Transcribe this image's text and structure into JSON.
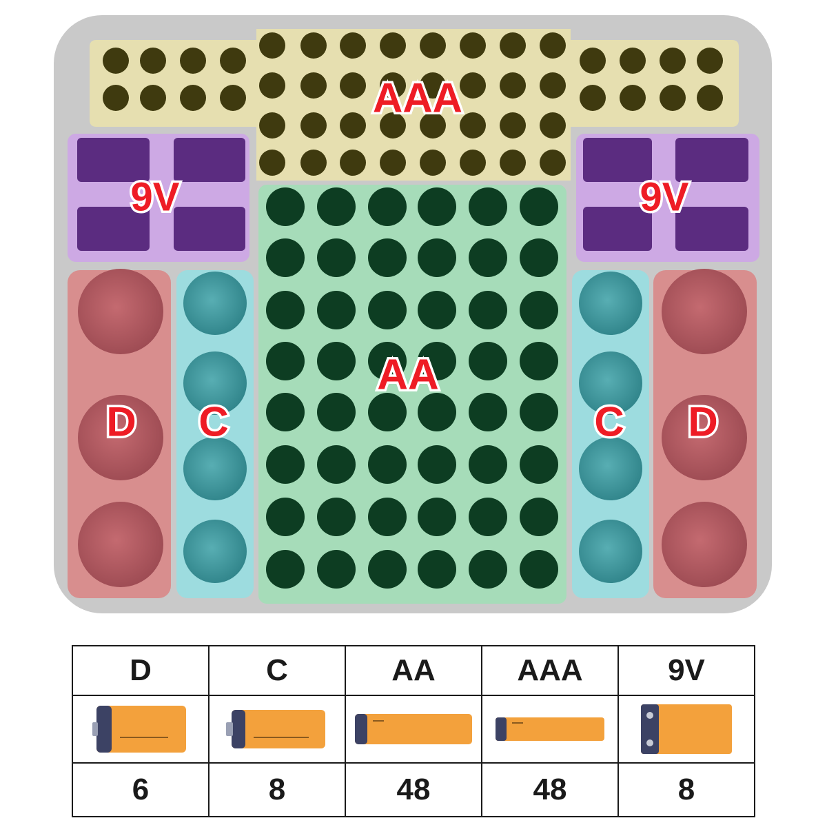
{
  "organizer": {
    "zones": {
      "aaa": {
        "label": "AAA",
        "color": "#e6dfb0",
        "hole_color": "#3f3a0f"
      },
      "aa": {
        "label": "AA",
        "color": "#a6dcb9",
        "hole_color": "#0d3d22"
      },
      "nine_v_left": {
        "label": "9V",
        "color": "#cda9e4",
        "cell_color": "#5b2c80"
      },
      "nine_v_right": {
        "label": "9V",
        "color": "#cda9e4",
        "cell_color": "#5b2c80"
      },
      "c_left": {
        "label": "C",
        "color": "#9ddcdf",
        "cup_color": "#3f9aa0"
      },
      "c_right": {
        "label": "C",
        "color": "#9ddcdf",
        "cup_color": "#3f9aa0"
      },
      "d_left": {
        "label": "D",
        "color": "#d88e8e",
        "cup_color": "#b75f65"
      },
      "d_right": {
        "label": "D",
        "color": "#d88e8e",
        "cup_color": "#b75f65"
      }
    },
    "foam_color": "#c9c9c9"
  },
  "table": {
    "columns": [
      {
        "type": "D",
        "count": "6"
      },
      {
        "type": "C",
        "count": "8"
      },
      {
        "type": "AA",
        "count": "48"
      },
      {
        "type": "AAA",
        "count": "48"
      },
      {
        "type": "9V",
        "count": "8"
      }
    ],
    "battery_colors": {
      "body": "#f3a13c",
      "cap": "#3c4264"
    }
  }
}
